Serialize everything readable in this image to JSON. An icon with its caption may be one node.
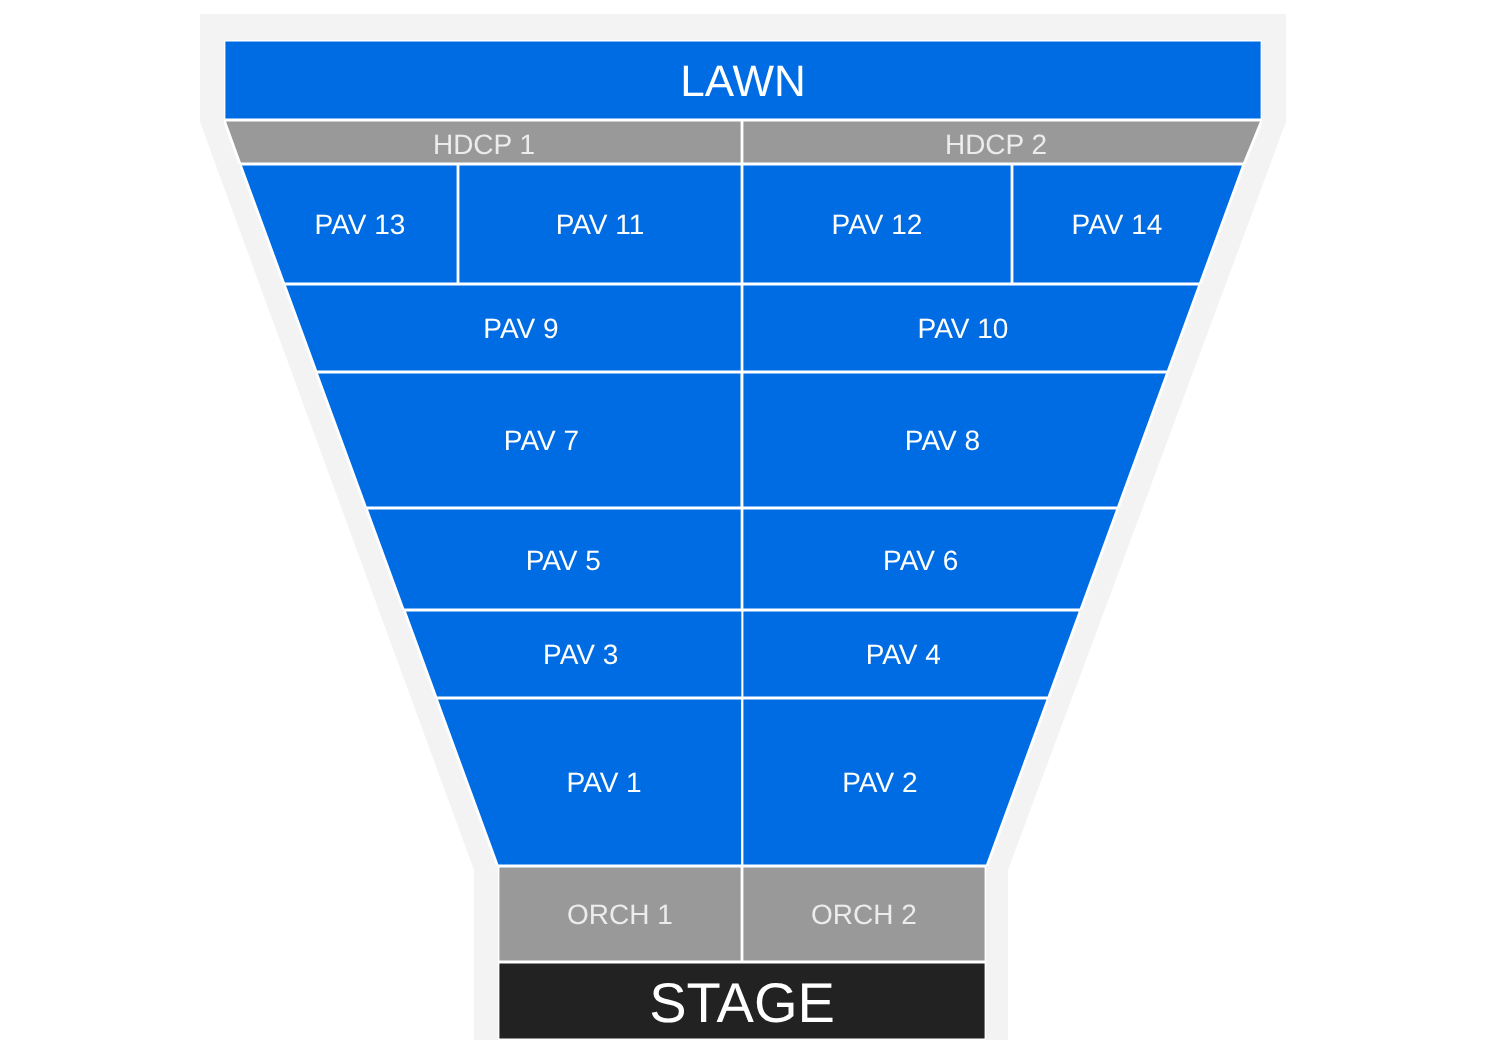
{
  "diagram": {
    "nodes": [
      {
        "text": [
          "LAWN"
        ]
      },
      {
        "text": [
          "HDCP 1"
        ]
      },
      {
        "text": [
          "HDCP 2"
        ]
      },
      {
        "text": [
          "PAV 13"
        ]
      },
      {
        "text": [
          "PAV 11"
        ]
      },
      {
        "text": [
          "PAV 12"
        ]
      },
      {
        "text": [
          "PAV 14"
        ]
      },
      {
        "text": [
          "PAV 9"
        ]
      },
      {
        "text": [
          "PAV 10"
        ]
      },
      {
        "text": [
          "PAV 7"
        ]
      },
      {
        "text": [
          "PAV 8"
        ]
      },
      {
        "text": [
          "PAV 5"
        ]
      },
      {
        "text": [
          "PAV 6"
        ]
      },
      {
        "text": [
          "PAV 3"
        ]
      },
      {
        "text": [
          "PAV 4"
        ]
      },
      {
        "text": [
          "PAV 1"
        ]
      },
      {
        "text": [
          "PAV 2"
        ]
      },
      {
        "text": [
          "ORCH 1"
        ]
      },
      {
        "text": [
          "ORCH 2"
        ]
      },
      {
        "text": [
          "STAGE"
        ]
      }
    ]
  }
}
